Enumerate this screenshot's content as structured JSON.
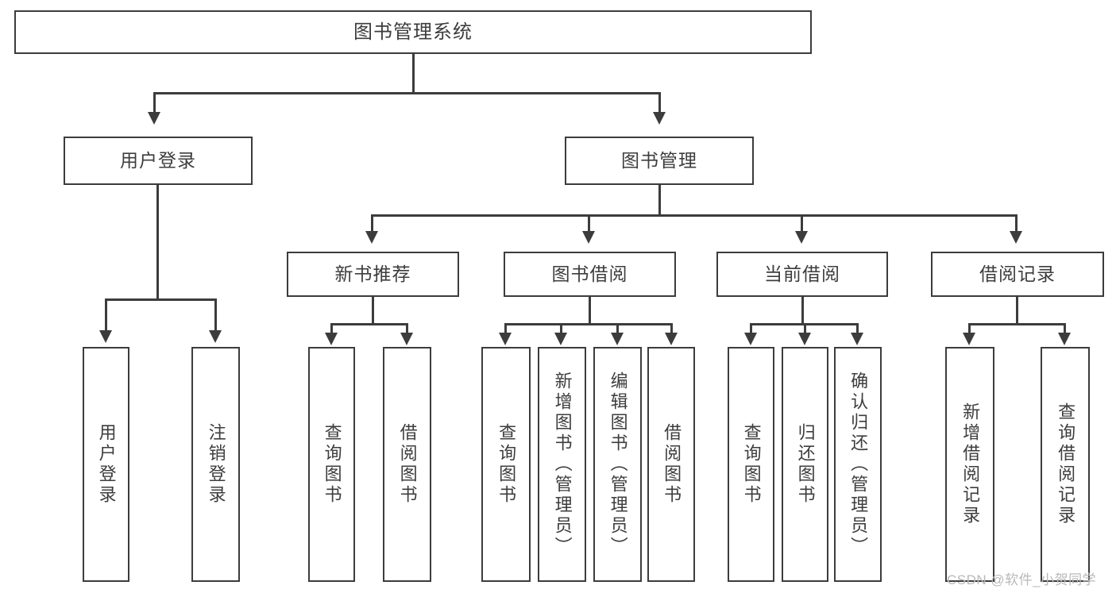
{
  "diagram": {
    "type": "tree-flowchart",
    "title": "图书管理系统",
    "root": {
      "label": "图书管理系统"
    },
    "level2": [
      {
        "label": "用户登录"
      },
      {
        "label": "图书管理"
      }
    ],
    "level3": [
      {
        "label": "新书推荐"
      },
      {
        "label": "图书借阅"
      },
      {
        "label": "当前借阅"
      },
      {
        "label": "借阅记录"
      }
    ],
    "leaves": {
      "user_login": [
        {
          "label": "用户登录"
        },
        {
          "label": "注销登录"
        }
      ],
      "new_book_recommend": [
        {
          "label": "查询图书"
        },
        {
          "label": "借阅图书"
        }
      ],
      "book_borrow": [
        {
          "label": "查询图书"
        },
        {
          "label": "新增图书（管理员）"
        },
        {
          "label": "编辑图书（管理员）"
        },
        {
          "label": "借阅图书"
        }
      ],
      "current_borrow": [
        {
          "label": "查询图书"
        },
        {
          "label": "归还图书"
        },
        {
          "label": "确认归还（管理员）"
        }
      ],
      "borrow_record": [
        {
          "label": "新增借阅记录"
        },
        {
          "label": "查询借阅记录"
        }
      ]
    }
  },
  "watermark": {
    "text": "CSDN @软件_小贺同学"
  },
  "colors": {
    "border": "#3c3c3c",
    "text": "#3d3d3d",
    "background": "#ffffff",
    "watermark": "#b9b9b9"
  }
}
